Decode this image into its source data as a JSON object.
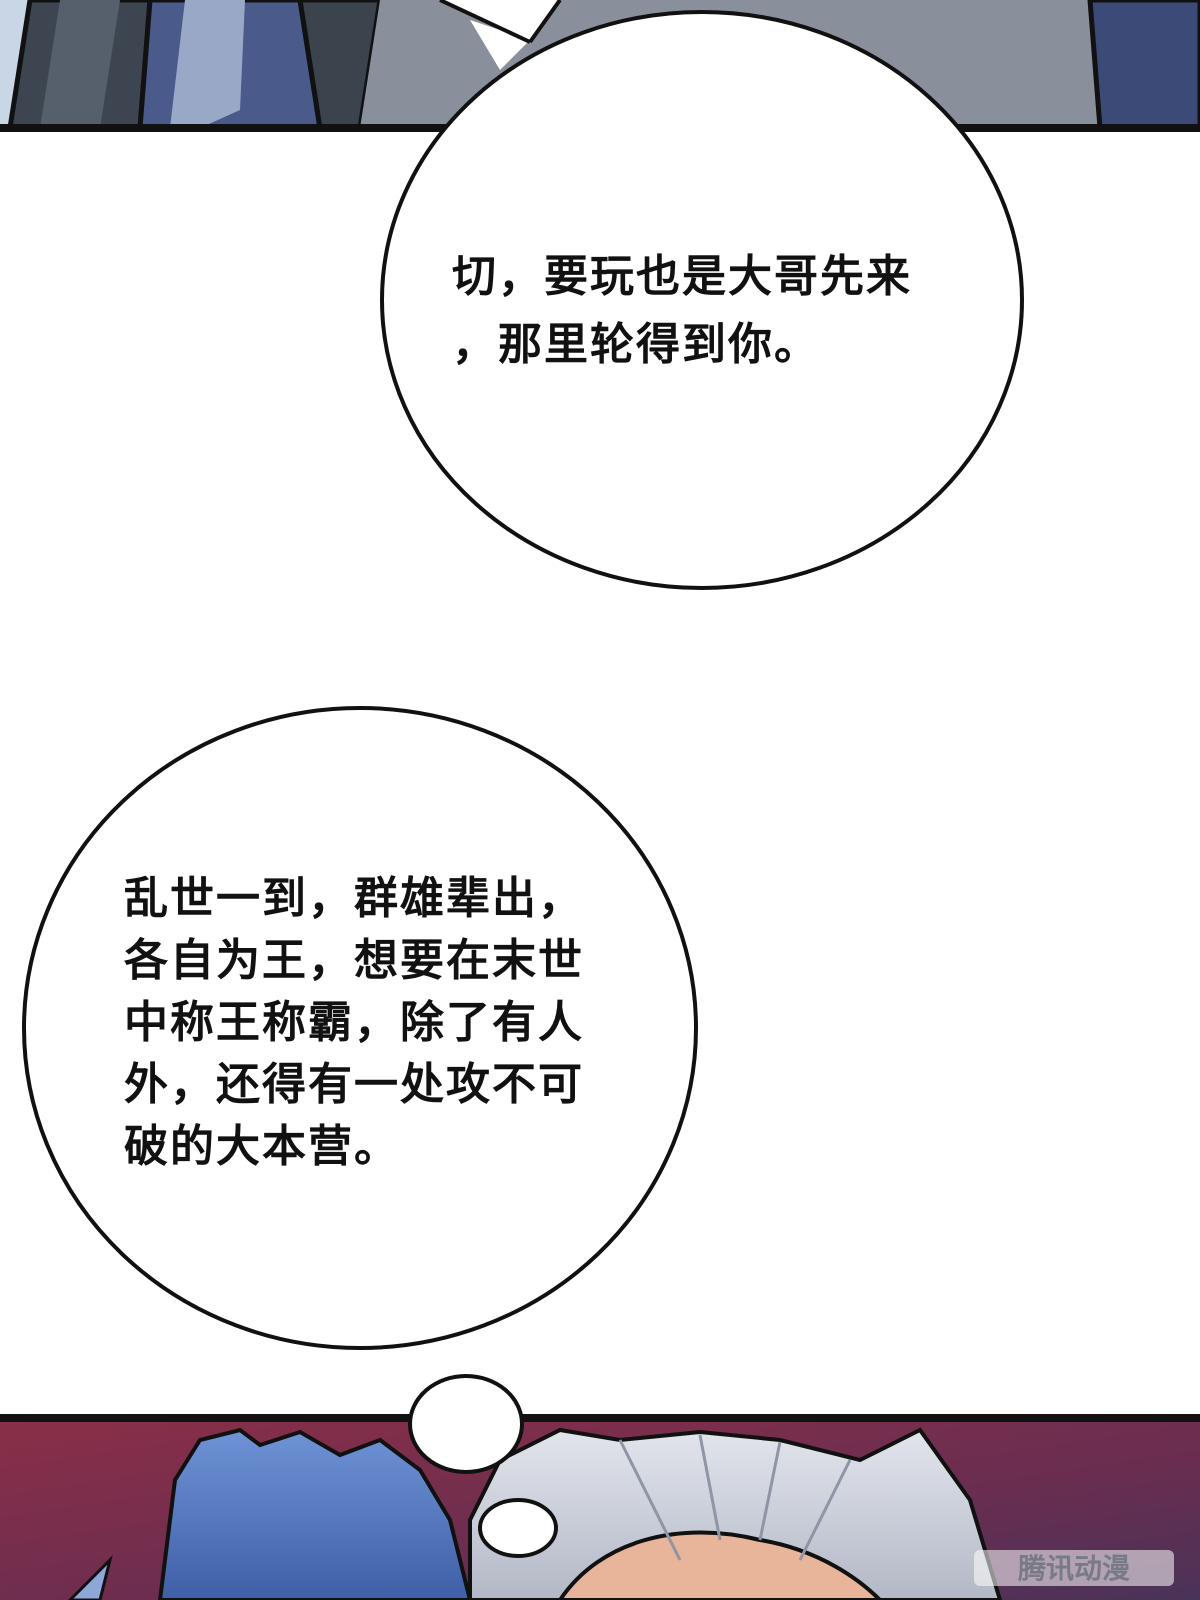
{
  "bubbles": {
    "top": {
      "text": "切，要玩也是大哥先来\n，那里轮得到你。"
    },
    "middle": {
      "text": "乱世一到，群雄辈出，\n各自为王，想要在末世\n中称王称霸，除了有人\n外，还得有一处攻不可\n破的大本营。"
    }
  },
  "watermark": {
    "text": "腾讯动漫"
  },
  "colors": {
    "panel_border": "#111111",
    "bubble_fill": "#ffffff",
    "top_panel_dark": "#3d4650",
    "top_panel_blue": "#4a5a8a",
    "top_panel_grey": "#8a8f9c",
    "bottom_bg_red": "#8a2f48",
    "bottom_bg_purple": "#4a3358",
    "hair_blue": "#5b7fc4",
    "hair_silver": "#c8ccd6"
  }
}
